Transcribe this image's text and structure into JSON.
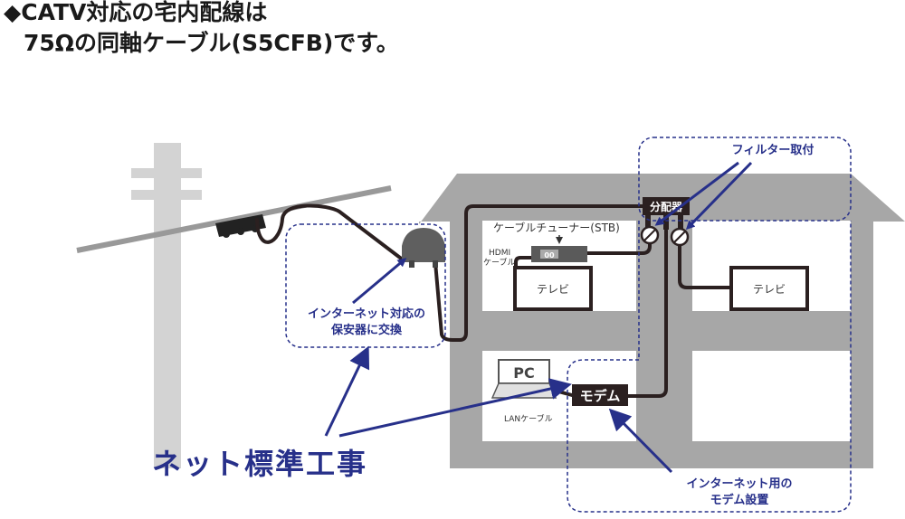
{
  "heading": {
    "line1": "◆CATV対応の宅内配線は",
    "line2": "75Ωの同軸ケーブル(S5CFB)です。"
  },
  "labels": {
    "stb": "ケーブルチューナー(STB)",
    "hdmi_line1": "HDMI",
    "hdmi_line2": "ケーブル",
    "stb_display": "00",
    "tv_left": "テレビ",
    "tv_right": "テレビ",
    "splitter": "分配器",
    "filter": "フィルター取付",
    "pc": "PC",
    "lan": "LANケーブル",
    "modem": "モデム",
    "protector_line1": "インターネット対応の",
    "protector_line2": "保安器に交換",
    "modem_install_line1": "インターネット用の",
    "modem_install_line2": "モデム設置",
    "net_work": "ネット標準工事"
  },
  "colors": {
    "accent_blue": "#27308a",
    "house_gray": "#a7a7a7",
    "pole_gray": "#d3d3d3",
    "cable": "#2b2020"
  }
}
